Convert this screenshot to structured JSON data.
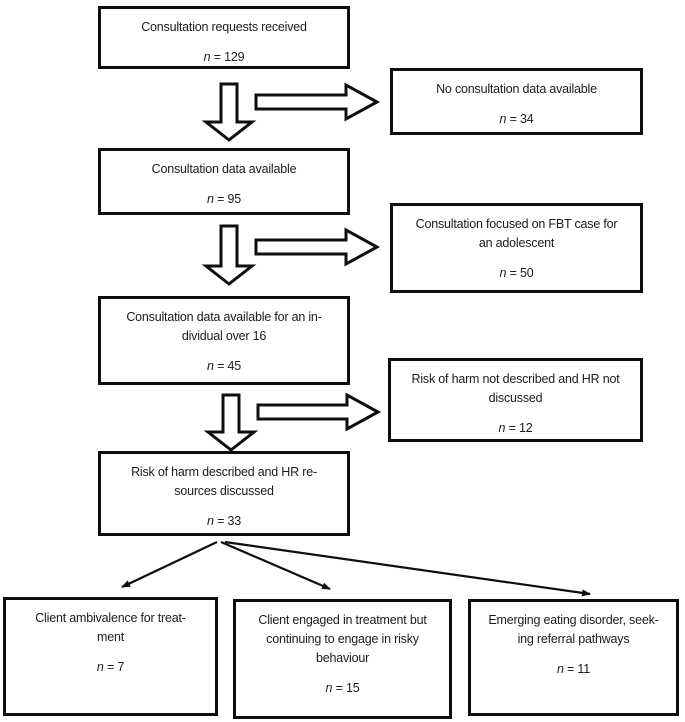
{
  "colors": {
    "background": "#ffffff",
    "box_border": "#0e0e0e",
    "text": "#1c1c1c",
    "arrow_outline": "#0e0e0e"
  },
  "boxes": {
    "requests": {
      "lines": [
        "Consultation requests received"
      ],
      "n_var": "n",
      "n_eq": " = 129"
    },
    "no_data": {
      "lines": [
        "No consultation data available"
      ],
      "n_var": "n",
      "n_eq": " = 34"
    },
    "data_available": {
      "lines": [
        "Consultation data available"
      ],
      "n_var": "n",
      "n_eq": " = 95"
    },
    "fbt": {
      "lines": [
        "Consultation focused on FBT case for",
        "an adolescent"
      ],
      "n_var": "n",
      "n_eq": " = 50"
    },
    "over16": {
      "lines": [
        "Consultation data available for an in-",
        "dividual over 16"
      ],
      "n_var": "n",
      "n_eq": " = 45"
    },
    "risk_not": {
      "lines": [
        "Risk of harm not described and HR not",
        "discussed"
      ],
      "n_var": "n",
      "n_eq": " = 12"
    },
    "risk_described": {
      "lines": [
        "Risk of harm described and HR re-",
        "sources discussed"
      ],
      "n_var": "n",
      "n_eq": " = 33"
    },
    "ambivalence": {
      "lines": [
        "Client ambivalence for treat-",
        "ment"
      ],
      "n_var": "n",
      "n_eq": " = 7"
    },
    "risky": {
      "lines": [
        "Client engaged in treatment but",
        "continuing to engage in risky",
        "behaviour"
      ],
      "n_var": "n",
      "n_eq": " = 15"
    },
    "referral": {
      "lines": [
        "Emerging eating disorder, seek-",
        "ing referral pathways"
      ],
      "n_var": "n",
      "n_eq": " = 11"
    }
  }
}
